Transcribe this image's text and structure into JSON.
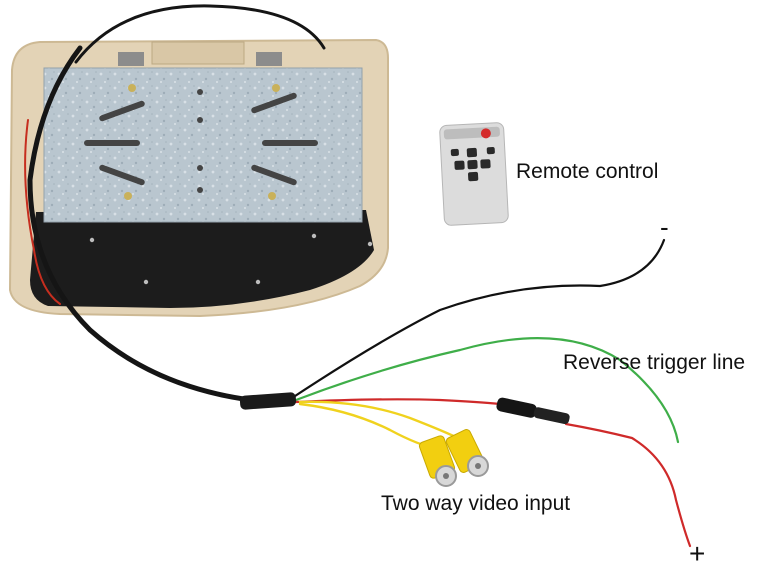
{
  "labels": {
    "remote": "Remote control",
    "reverse": "Reverse trigger line",
    "video": "Two way video input",
    "minus": "-",
    "plus": "+"
  },
  "colors": {
    "housing": "#e3d3b6",
    "housing_edge": "#cdb994",
    "plate": "#b9c6cf",
    "back_panel": "#1c1c1c",
    "remote_body": "#dcdcdc",
    "remote_button_red": "#d42b2b",
    "wire_black": "#111111",
    "wire_green": "#3fae49",
    "wire_red": "#cf2a2a",
    "wire_yellow": "#f0d21e",
    "rca_yellow": "#f2cf10"
  }
}
